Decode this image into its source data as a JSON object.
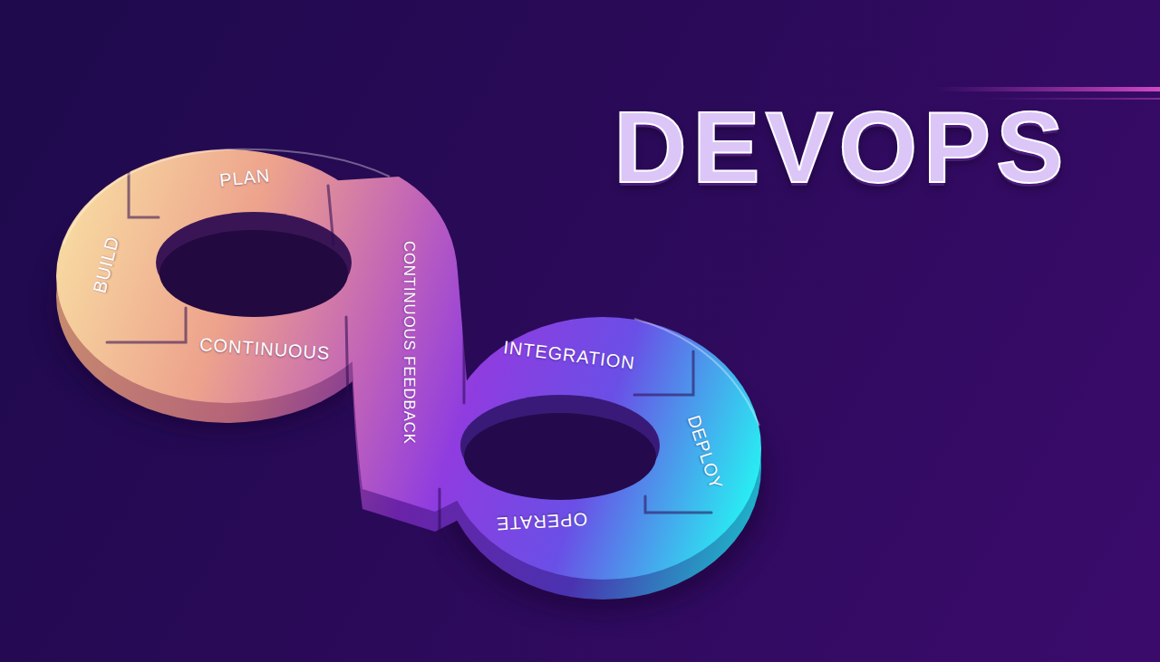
{
  "diagram": {
    "title": "DEVOPS",
    "nodes": [
      {
        "text": [
          "PLAN"
        ]
      },
      {
        "text": [
          "BUILD"
        ]
      },
      {
        "text": [
          "CONTINUOUS"
        ]
      },
      {
        "text": [
          "CONTINUOUS FEEDBACK"
        ]
      },
      {
        "text": [
          "INTEGRATION"
        ]
      },
      {
        "text": [
          "DEPLOY"
        ]
      },
      {
        "text": [
          "OPERATE"
        ]
      }
    ]
  }
}
